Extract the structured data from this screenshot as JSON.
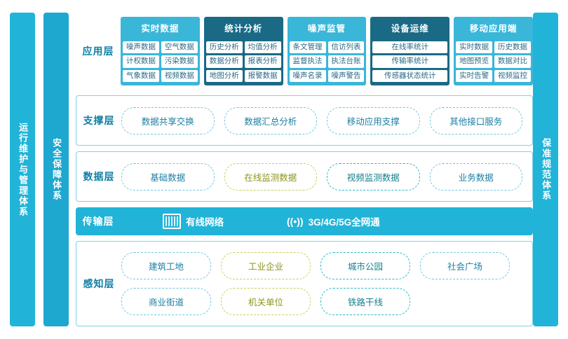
{
  "sides": {
    "left_outer": "运行维护与管理体系",
    "left_inner": "安全保障体系",
    "right": "保准规范体系"
  },
  "layers": {
    "application": {
      "label": "应用层",
      "groups": [
        {
          "title": "实时数据",
          "color": "#3ab6d9",
          "rows": [
            [
              "噪声数据",
              "空气数据"
            ],
            [
              "计权数据",
              "污染数据"
            ],
            [
              "气象数据",
              "视频数据"
            ]
          ]
        },
        {
          "title": "统计分析",
          "color": "#1a6a85",
          "rows": [
            [
              "历史分析",
              "均值分析"
            ],
            [
              "数据分析",
              "报表分析"
            ],
            [
              "地图分析",
              "报警数据"
            ]
          ]
        },
        {
          "title": "噪声监管",
          "color": "#3ab6d9",
          "rows": [
            [
              "条文管理",
              "信访列表"
            ],
            [
              "监督执法",
              "执法台账"
            ],
            [
              "噪声名录",
              "噪声警告"
            ]
          ]
        },
        {
          "title": "设备运维",
          "color": "#1a6a85",
          "rows": [
            [
              "在线率统计"
            ],
            [
              "传输率统计"
            ],
            [
              "传感器状态统计"
            ]
          ]
        },
        {
          "title": "移动应用端",
          "color": "#3ab6d9",
          "rows": [
            [
              "实时数据",
              "历史数据"
            ],
            [
              "地图预览",
              "数据对比"
            ],
            [
              "实时告警",
              "视频监控"
            ]
          ]
        }
      ]
    },
    "support": {
      "label": "支撑层",
      "items": [
        {
          "text": "数据共享交换",
          "style": "blue"
        },
        {
          "text": "数据汇总分析",
          "style": "blue"
        },
        {
          "text": "移动应用支撑",
          "style": "blue"
        },
        {
          "text": "其他接口服务",
          "style": "blue"
        }
      ]
    },
    "data": {
      "label": "数据层",
      "items": [
        {
          "text": "基础数据",
          "style": "blue"
        },
        {
          "text": "在线监测数据",
          "style": "olive"
        },
        {
          "text": "视频监测数据",
          "style": "teal"
        },
        {
          "text": "业务数据",
          "style": "blue"
        }
      ]
    },
    "transmission": {
      "label": "传输层",
      "items": [
        {
          "icon": "router-icon",
          "text": "有线网络"
        },
        {
          "icon": "wireless-icon",
          "text": "3G/4G/5G全网通"
        }
      ]
    },
    "sense": {
      "label": "感知层",
      "row1": [
        {
          "text": "建筑工地",
          "style": "blue"
        },
        {
          "text": "工业企业",
          "style": "olive"
        },
        {
          "text": "城市公园",
          "style": "teal"
        },
        {
          "text": "社会广场",
          "style": "blue"
        }
      ],
      "row2": [
        {
          "text": "商业街道",
          "style": "blue"
        },
        {
          "text": "机关单位",
          "style": "olive"
        },
        {
          "text": "铁路干线",
          "style": "teal"
        }
      ]
    }
  },
  "colors": {
    "accent": "#21b4d8",
    "dark_teal": "#1a6a85",
    "olive": "#c9cf5a",
    "border": "#7fd3e8"
  }
}
